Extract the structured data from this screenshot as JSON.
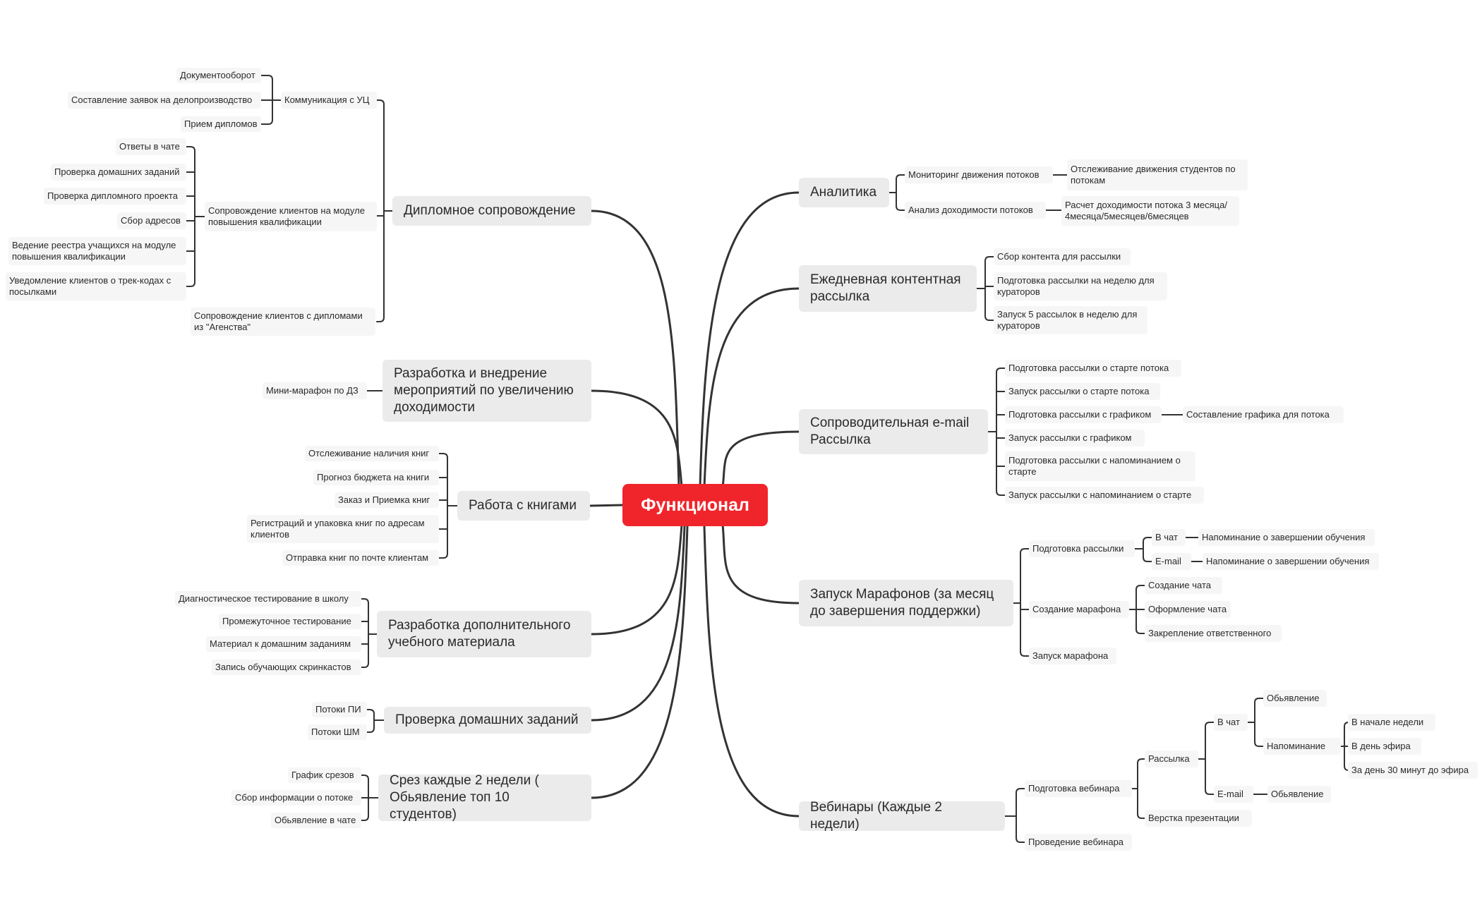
{
  "root": "Функционал",
  "left": [
    {
      "label": "Дипломное сопровождение",
      "children": [
        {
          "label": "Коммуникация с УЦ",
          "children": [
            {
              "label": "Документооборот"
            },
            {
              "label": "Составление заявок на делопроизводство"
            },
            {
              "label": "Прием дипломов"
            }
          ]
        },
        {
          "label": "Сопровождение клиентов на модуле повышения квалификации",
          "children": [
            {
              "label": "Ответы в чате"
            },
            {
              "label": "Проверка домашних заданий"
            },
            {
              "label": "Проверка дипломного проекта"
            },
            {
              "label": "Сбор адресов"
            },
            {
              "label": "Ведение реестра учащихся на модуле повышения квалификации"
            },
            {
              "label": "Уведомление клиентов о трек-кодах с посылками"
            }
          ]
        },
        {
          "label": "Сопровождение клиентов с дипломами из \"Агенства\""
        }
      ]
    },
    {
      "label": "Разработка и внедрение мероприятий по увеличению доходимости",
      "children": [
        {
          "label": "Мини-марафон по ДЗ"
        }
      ]
    },
    {
      "label": "Работа с книгами",
      "children": [
        {
          "label": "Отслеживание наличия книг"
        },
        {
          "label": "Прогноз бюджета на книги"
        },
        {
          "label": "Заказ и Приемка книг"
        },
        {
          "label": "Регистраций и упаковка книг по адресам клиентов"
        },
        {
          "label": "Отправка книг по почте клиентам"
        }
      ]
    },
    {
      "label": "Разработка дополнительного учебного материала",
      "children": [
        {
          "label": "Диагностическое тестирование в школу"
        },
        {
          "label": "Промежуточное тестирование"
        },
        {
          "label": "Материал к домашним заданиям"
        },
        {
          "label": "Запись обучающих скринкастов"
        }
      ]
    },
    {
      "label": "Проверка домашних заданий",
      "children": [
        {
          "label": "Потоки ПИ"
        },
        {
          "label": "Потоки ШМ"
        }
      ]
    },
    {
      "label": "Срез каждые 2 недели ( Обьявление топ 10 студентов)",
      "children": [
        {
          "label": "График срезов"
        },
        {
          "label": "Сбор информации о потоке"
        },
        {
          "label": "Обьявление в чате"
        }
      ]
    }
  ],
  "right": [
    {
      "label": "Аналитика",
      "children": [
        {
          "label": "Мониторинг движения потоков",
          "children": [
            {
              "label": "Отслеживание движения студентов по потокам"
            }
          ]
        },
        {
          "label": "Анализ доходимости потоков",
          "children": [
            {
              "label": "Расчет доходимости потока 3 месяца/ 4месяца/5месяцев/6месяцев"
            }
          ]
        }
      ]
    },
    {
      "label": "Ежедневная контентная рассылка",
      "children": [
        {
          "label": "Сбор контента для рассылки"
        },
        {
          "label": "Подготовка рассылки на неделю для кураторов"
        },
        {
          "label": "Запуск 5 рассылок в неделю для кураторов"
        }
      ]
    },
    {
      "label": "Сопроводительная e-mail Рассылка",
      "children": [
        {
          "label": "Подготовка рассылки о старте потока"
        },
        {
          "label": "Запуск рассылки о старте потока"
        },
        {
          "label": "Подготовка рассылки с графиком",
          "children": [
            {
              "label": "Составление графика для потока"
            }
          ]
        },
        {
          "label": "Запуск рассылки с графиком"
        },
        {
          "label": "Подготовка рассылки с напоминанием о старте"
        },
        {
          "label": "Запуск рассылки с напоминанием о старте"
        }
      ]
    },
    {
      "label": "Запуск Марафонов (за месяц до завершения поддержки)",
      "children": [
        {
          "label": "Подготовка рассылки",
          "children": [
            {
              "label": "В чат",
              "children": [
                {
                  "label": "Напоминание о завершении обучения"
                }
              ]
            },
            {
              "label": "E-mail",
              "children": [
                {
                  "label": "Напоминание о завершении обучения"
                }
              ]
            }
          ]
        },
        {
          "label": "Создание марафона",
          "children": [
            {
              "label": "Создание чата"
            },
            {
              "label": "Оформление чата"
            },
            {
              "label": "Закрепление ответственного"
            }
          ]
        },
        {
          "label": "Запуск марафона"
        }
      ]
    },
    {
      "label": "Вебинары (Каждые 2 недели)",
      "children": [
        {
          "label": "Подготовка вебинара",
          "children": [
            {
              "label": "Рассылка",
              "children": [
                {
                  "label": "В чат",
                  "children": [
                    {
                      "label": "Обьявление"
                    },
                    {
                      "label": "Напоминание",
                      "children": [
                        {
                          "label": "В начале недели"
                        },
                        {
                          "label": "В день эфира"
                        },
                        {
                          "label": "За день 30 минут до эфира"
                        }
                      ]
                    }
                  ]
                },
                {
                  "label": "E-mail",
                  "children": [
                    {
                      "label": "Обьявление"
                    }
                  ]
                }
              ]
            },
            {
              "label": "Верстка презентации"
            }
          ]
        },
        {
          "label": "Проведение вебинара"
        }
      ]
    }
  ]
}
